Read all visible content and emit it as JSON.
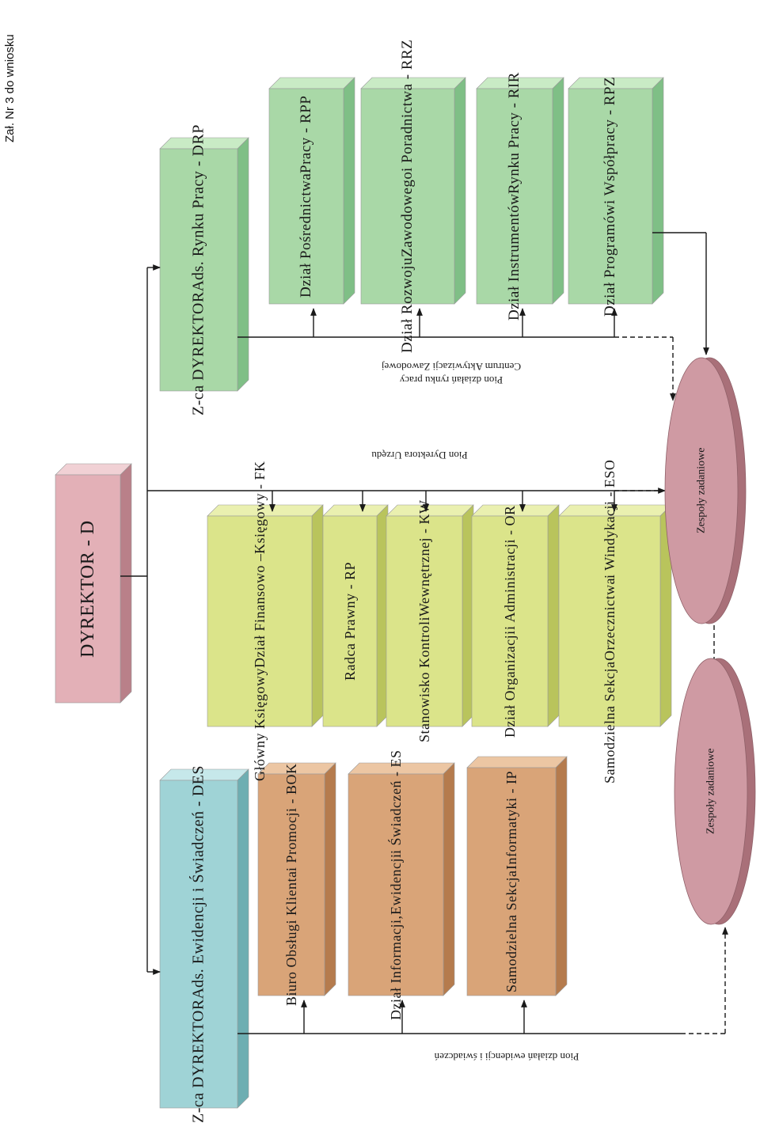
{
  "header_note": "Zał. Nr 3 do wniosku",
  "director": {
    "label": "DYREKTOR - D"
  },
  "deputy_market": {
    "lines": [
      "Z-ca DYREKTORA",
      "ds. Rynku Pracy - DRP"
    ]
  },
  "deputy_records": {
    "lines": [
      "Z-ca DYREKTORA",
      "ds. Ewidencji i Świadczeń - DES"
    ]
  },
  "market_units": [
    {
      "lines": [
        "Dział Pośrednictwa",
        "Pracy - RPP"
      ]
    },
    {
      "lines": [
        "Dział Rozwoju",
        "Zawodowego",
        "i Poradnictwa - RRZ"
      ]
    },
    {
      "lines": [
        "Dział Instrumentów",
        "Rynku Pracy - RIR"
      ]
    },
    {
      "lines": [
        "Dział Programów",
        "i Współpracy - RPZ"
      ]
    }
  ],
  "director_units": [
    {
      "lines": [
        "Główny Księgowy",
        "Dział Finansowo –",
        "Księgowy - FK"
      ]
    },
    {
      "lines": [
        "Radca Prawny - RP"
      ]
    },
    {
      "lines": [
        "Stanowisko Kontroli",
        "Wewnętrznej - KW"
      ]
    },
    {
      "lines": [
        "Dział Organizacji",
        "i Administracji - OR"
      ]
    },
    {
      "lines": [
        "Samodzielna Sekcja",
        "Orzecznictwa",
        "i Windykacji - ESO"
      ]
    }
  ],
  "records_units": [
    {
      "lines": [
        "Biuro Obsługi Klienta",
        "i Promocji - BOK"
      ]
    },
    {
      "lines": [
        "Dział Informacji,",
        "Ewidencji",
        "i Świadczeń - ES"
      ]
    },
    {
      "lines": [
        "Samodzielna Sekcja",
        "Informatyki - IP"
      ]
    }
  ],
  "annotations": {
    "market_division": [
      "Pion działań rynku pracy",
      "Centrum Aktywizacji Zawodowej"
    ],
    "director_division": [
      "Pion Dyrektora Urzędu"
    ],
    "records_division": [
      "Pion działań ewidencji i świadczeń"
    ]
  },
  "task_teams": [
    {
      "label": "Zespoły zadaniowe"
    },
    {
      "label": "Zespoły zadaniowe"
    }
  ],
  "colors": {
    "green_front": "#a9d8a7",
    "green_side": "#7fbf86",
    "green_top": "#c9ebc5",
    "yellow_front": "#dbe48a",
    "yellow_side": "#b9c45c",
    "yellow_top": "#eaf0b0",
    "orange_front": "#d9a478",
    "orange_side": "#b57b4d",
    "orange_top": "#ecc6a3",
    "pink_front": "#e3b0b7",
    "pink_side": "#b98089",
    "pink_top": "#f1d1d5",
    "teal_front": "#9fd3d6",
    "teal_side": "#6eaeb2",
    "teal_top": "#c6e8ea",
    "ellipse": "#cf9aa3",
    "ellipse_side": "#a97079"
  }
}
